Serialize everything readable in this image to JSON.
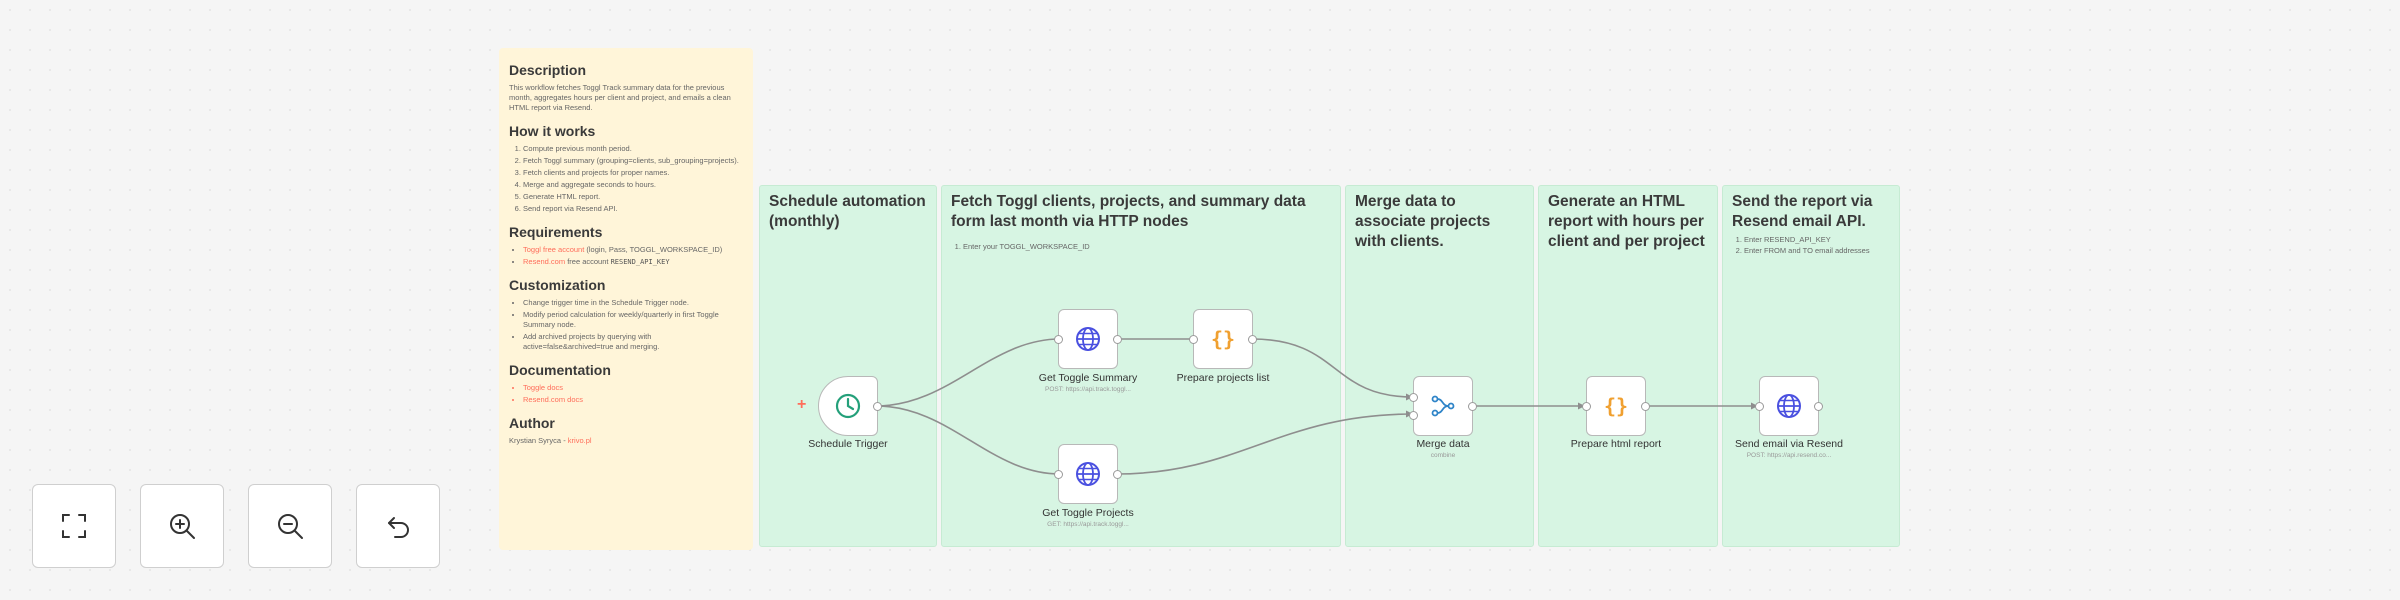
{
  "description_note": {
    "description": {
      "title": "Description",
      "text": "This workflow fetches Toggl Track summary data for the previous month, aggregates hours per client and project, and emails a clean HTML report via Resend."
    },
    "how": {
      "title": "How it works",
      "steps": [
        "Compute previous month period.",
        "Fetch Toggl summary (grouping=clients, sub_grouping=projects).",
        "Fetch clients and projects for proper names.",
        "Merge and aggregate seconds to hours.",
        "Generate HTML report.",
        "Send report via Resend API."
      ]
    },
    "requirements": {
      "title": "Requirements",
      "item1_link": "Toggl free account",
      "item1_rest": "(login, Pass, TOGGL_WORKSPACE_ID)",
      "item2_link": "Resend.com",
      "item2_rest": "free account",
      "item2_key": "RESEND_API_KEY"
    },
    "customization": {
      "title": "Customization",
      "items": [
        "Change trigger time in the Schedule Trigger node.",
        "Modify period calculation for weekly/quarterly in first Toggle Summary node.",
        "Add archived projects by querying with active=false&archived=true and merging."
      ]
    },
    "documentation": {
      "title": "Documentation",
      "links": [
        "Toggle docs",
        "Resend.com docs"
      ]
    },
    "author": {
      "title": "Author",
      "name": "Krystian Syryca",
      "link": "krivo.pl"
    }
  },
  "stickies": {
    "schedule": {
      "title": "Schedule automation (monthly)"
    },
    "fetch": {
      "title": "Fetch Toggl clients, projects, and summary data form last month via HTTP nodes",
      "notes": [
        "Enter your TOGGL_WORKSPACE_ID"
      ]
    },
    "merge": {
      "title": "Merge data to associate projects with clients."
    },
    "generate": {
      "title": "Generate an HTML report with hours per client and per project"
    },
    "send": {
      "title": "Send the report via Resend email API.",
      "notes": [
        "Enter RESEND_API_KEY",
        "Enter FROM and TO email addresses"
      ]
    }
  },
  "nodes": {
    "schedule_trigger": {
      "label": "Schedule Trigger",
      "icon": "clock-icon"
    },
    "get_toggle_summary": {
      "label": "Get Toggle Summary",
      "sub": "POST: https://api.track.toggl...",
      "icon": "globe-icon"
    },
    "prepare_projects_list": {
      "label": "Prepare projects list",
      "icon": "code-braces-icon"
    },
    "get_toggle_projects": {
      "label": "Get Toggle Projects",
      "sub": "GET: https://api.track.toggl...",
      "icon": "globe-icon"
    },
    "merge_data": {
      "label": "Merge data",
      "sub": "combine",
      "icon": "merge-icon"
    },
    "prepare_html_report": {
      "label": "Prepare html report",
      "icon": "code-braces-icon"
    },
    "send_email": {
      "label": "Send email via Resend",
      "sub": "POST: https://api.resend.co...",
      "icon": "globe-icon"
    }
  },
  "controls": [
    {
      "name": "fit-view",
      "icon": "fullscreen-icon"
    },
    {
      "name": "zoom-in",
      "icon": "zoom-in-icon"
    },
    {
      "name": "zoom-out",
      "icon": "zoom-out-icon"
    },
    {
      "name": "reset-zoom",
      "icon": "undo-icon"
    }
  ],
  "colors": {
    "canvas": "#f5f5f5",
    "note_yellow": "#fff5d9",
    "note_green": "#d7f5e3",
    "accent": "#ff6d5a",
    "http_icon": "#4a50e0",
    "code_icon": "#f0a030",
    "trigger_icon": "#24a07a",
    "merge_icon": "#2e84c8"
  }
}
